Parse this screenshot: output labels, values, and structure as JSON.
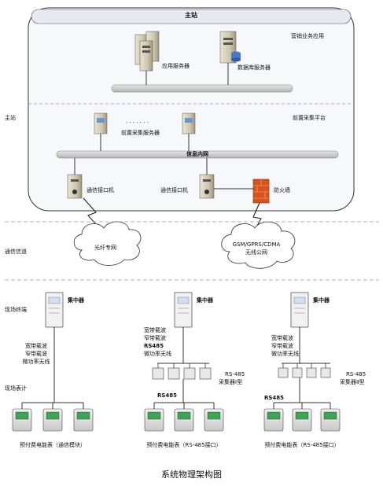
{
  "master_station": {
    "title": "主站",
    "side_label": "主站",
    "marketing_app": "营销业务应用",
    "app_server": "应用服务器",
    "db_server": "数据库服务器",
    "frontend_platform": "前置采集平台",
    "ellipsis": ". . . . . . .",
    "frontend_server": "前置采集服务器",
    "info_intranet": "信息内网",
    "comm_if_left": "通信接口机",
    "comm_if_right": "通信接口机",
    "firewall": "防火墙"
  },
  "channel": {
    "side_label": "通信信道",
    "fiber_net": "光纤专网",
    "wireless_line1": "GSM/GPRS/CDMA",
    "wireless_line2": "无线公网"
  },
  "field": {
    "terminal_label": "现场终端",
    "meter_label": "现场表计",
    "col1": {
      "concentrator": "集中器",
      "comm_lines": [
        "宽带载波",
        "窄带载波",
        "微功率无线"
      ],
      "meter_caption": "预付费电能表（通信模块）"
    },
    "col2": {
      "concentrator": "集中器",
      "comm_lines": [
        "宽带载波",
        "窄带载波",
        "RS485",
        "微功率无线"
      ],
      "collector_line1": "RS-485",
      "collector_line2": "采集器Ⅰ型",
      "rs485": "RS485",
      "meter_caption": "预付费电能表（RS-485接口）"
    },
    "col3": {
      "concentrator": "集中器",
      "comm_lines": [
        "宽带载波",
        "窄带载波",
        "微功率无线"
      ],
      "collector_line1": "RS-485",
      "collector_line2": "采集器Ⅱ型",
      "rs485": "RS485",
      "meter_caption": "预付费电能表（RS-485接口）"
    }
  },
  "caption": "系统物理架构图",
  "colors": {
    "bus": "#c9c9c9",
    "panel": "#f7f8fb",
    "title_bar": "#e6e9f2",
    "firewall": "#d9541c",
    "dash": "#8a9bc0"
  }
}
